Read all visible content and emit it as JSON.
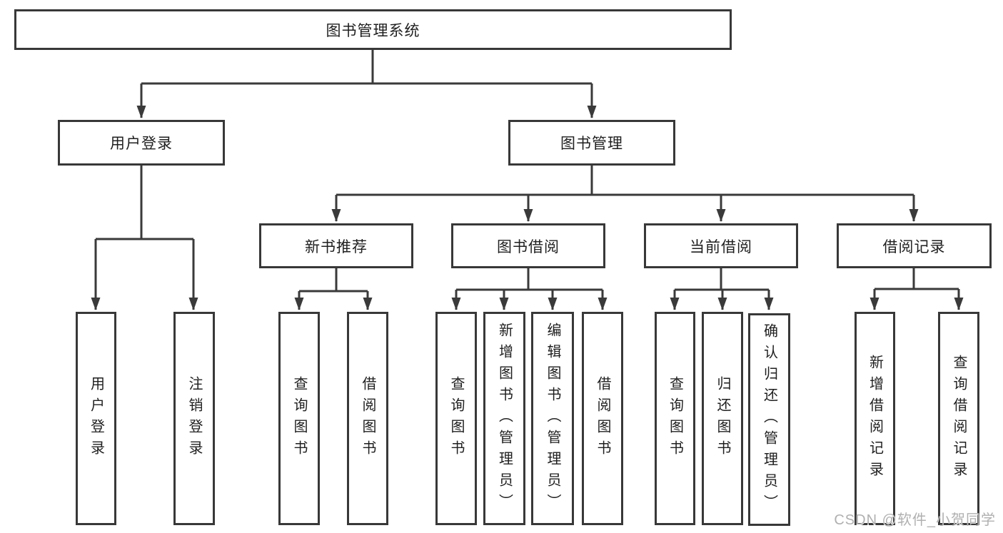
{
  "diagram": {
    "colors": {
      "line": "#3a3a3a",
      "border": "#383838",
      "text": "#1f1f1f",
      "watermark": "#b0b0b0",
      "background": "#ffffff"
    },
    "root": {
      "label": "图书管理系统"
    },
    "branches": [
      {
        "label": "用户登录",
        "leaves": [
          "用户登录",
          "注销登录"
        ]
      },
      {
        "label": "图书管理",
        "groups": [
          {
            "label": "新书推荐",
            "leaves": [
              "查询图书",
              "借阅图书"
            ]
          },
          {
            "label": "图书借阅",
            "leaves": [
              "查询图书",
              "新增图书（管理员）",
              "编辑图书（管理员）",
              "借阅图书"
            ]
          },
          {
            "label": "当前借阅",
            "leaves": [
              "查询图书",
              "归还图书",
              "确认归还（管理员）"
            ]
          },
          {
            "label": "借阅记录",
            "leaves": [
              "新增借阅记录",
              "查询借阅记录"
            ]
          }
        ]
      }
    ],
    "watermark": {
      "text": "CSDN @软件_小贺同学"
    }
  }
}
